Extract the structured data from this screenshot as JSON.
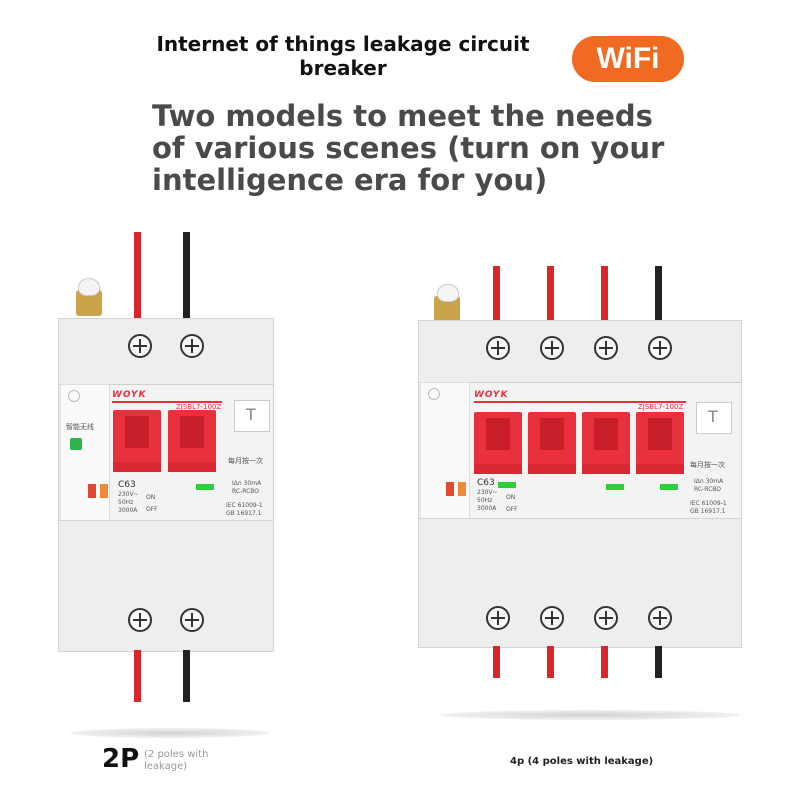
{
  "header": {
    "title": "Internet of things leakage circuit breaker",
    "wifi_badge": "WiFi",
    "headline": "Two models to meet the needs of various scenes (turn on your intelligence era for you)"
  },
  "products": {
    "two_pole": {
      "label": "2P",
      "sublabel": "(2 poles with leakage)",
      "brand": "WOYK",
      "model": "ZJSBL7-100Z",
      "side_text": "每月按一次",
      "rating": "C63",
      "voltage": "230V~",
      "freq": "50Hz",
      "breaking": "3000A",
      "on_text": "ON",
      "off_text": "OFF",
      "leak_text": "IΔn 30mA",
      "rcbo_text": "RC-RCBO",
      "standard_1": "IEC 61009-1",
      "standard_2": "GB 16917.1",
      "wifi_text": "智能无线"
    },
    "four_pole": {
      "label": "4p (4 poles with leakage)",
      "brand": "WOYK",
      "model": "ZJSBL7-100Z",
      "side_text": "每月按一次",
      "rating": "C63",
      "voltage": "230V~",
      "freq": "50Hz",
      "breaking": "3000A",
      "on_text": "ON",
      "off_text": "OFF",
      "leak_text": "IΔn 30mA",
      "rcbo_text": "RC-RCBO",
      "standard_1": "IEC 61009-1",
      "standard_2": "GB 16917.1"
    }
  },
  "colors": {
    "accent_orange": "#f06a21",
    "breaker_red": "#e8313c",
    "wire_red": "#d8262b",
    "wire_black": "#222222",
    "indicator_green": "#2fcf3b"
  },
  "icons": [
    "screw-icon",
    "test-button-icon",
    "wifi-module-icon"
  ]
}
